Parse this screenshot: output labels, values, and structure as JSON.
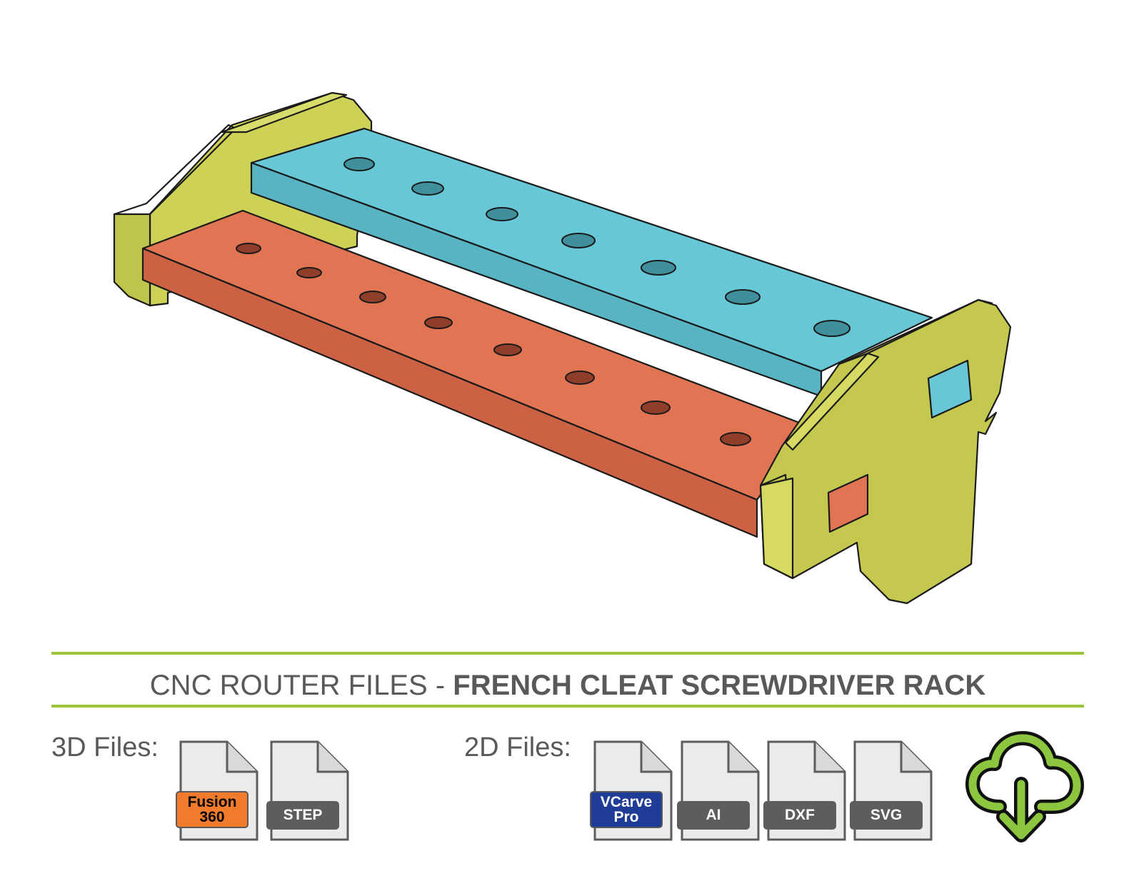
{
  "title": {
    "prefix": "CNC ROUTER FILES - ",
    "product": "FRENCH CLEAT SCREWDRIVER RACK"
  },
  "files_3d": {
    "label": "3D Files:",
    "items": [
      {
        "line1": "Fusion",
        "line2": "360",
        "style": "orange"
      },
      {
        "line1": "STEP",
        "line2": "",
        "style": "grey"
      }
    ]
  },
  "files_2d": {
    "label": "2D Files:",
    "items": [
      {
        "line1": "VCarve",
        "line2": "Pro",
        "style": "navy"
      },
      {
        "line1": "AI",
        "line2": "",
        "style": "grey"
      },
      {
        "line1": "DXF",
        "line2": "",
        "style": "grey"
      },
      {
        "line1": "SVG",
        "line2": "",
        "style": "grey"
      }
    ]
  },
  "icons": {
    "download": "cloud-download-icon",
    "file": "document-icon"
  },
  "colors": {
    "accent_green": "#9ac43c",
    "side_panel": "#cdd155",
    "top_shelf": "#67c7d6",
    "bottom_shelf": "#e07453",
    "text_grey": "#58595b"
  }
}
